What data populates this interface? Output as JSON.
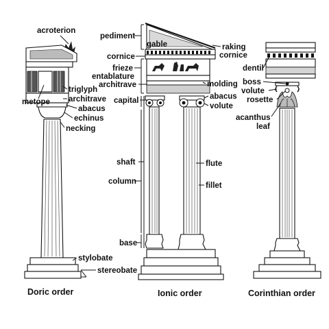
{
  "doric": {
    "caption": "Doric order",
    "labels": {
      "acroterion": "acroterion",
      "triglyph": "triglyph",
      "metope": "metope",
      "architrave": "architrave",
      "abacus": "abacus",
      "echinus": "echinus",
      "necking": "necking",
      "stylobate": "stylobate",
      "stereobate": "stereobate"
    }
  },
  "ionic": {
    "caption": "Ionic order",
    "labels": {
      "pediment": "pediment",
      "gable": "gable",
      "raking": "raking",
      "raking_cornice": "cornice",
      "cornice": "cornice",
      "frieze": "frieze",
      "entablature": "entablature",
      "architrave": "architrave",
      "capital": "capital",
      "molding": "molding",
      "abacus": "abacus",
      "volute": "volute",
      "shaft": "shaft",
      "column": "column",
      "flute": "flute",
      "fillet": "fillet",
      "base": "base"
    }
  },
  "corinthian": {
    "caption": "Corinthian order",
    "labels": {
      "dentil": "dentil",
      "boss": "boss",
      "volute": "volute",
      "rosette": "rosette",
      "acanthus": "acanthus",
      "leaf": "leaf"
    }
  }
}
